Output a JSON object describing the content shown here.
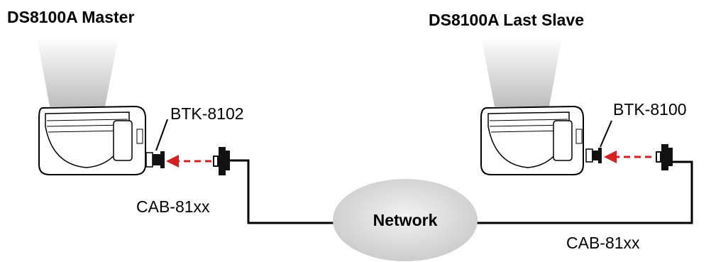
{
  "labels": {
    "master_title": "DS8100A Master",
    "slave_title": "DS8100A Last Slave",
    "btk_master": "BTK-8102",
    "btk_slave": "BTK-8100",
    "cab_left": "CAB-81xx",
    "cab_right": "CAB-81xx",
    "network": "Network"
  },
  "colors": {
    "arrow": "#d42020",
    "beam": "#c8c8c8",
    "network_fill": "#d9d9d9",
    "stroke": "#000000"
  }
}
